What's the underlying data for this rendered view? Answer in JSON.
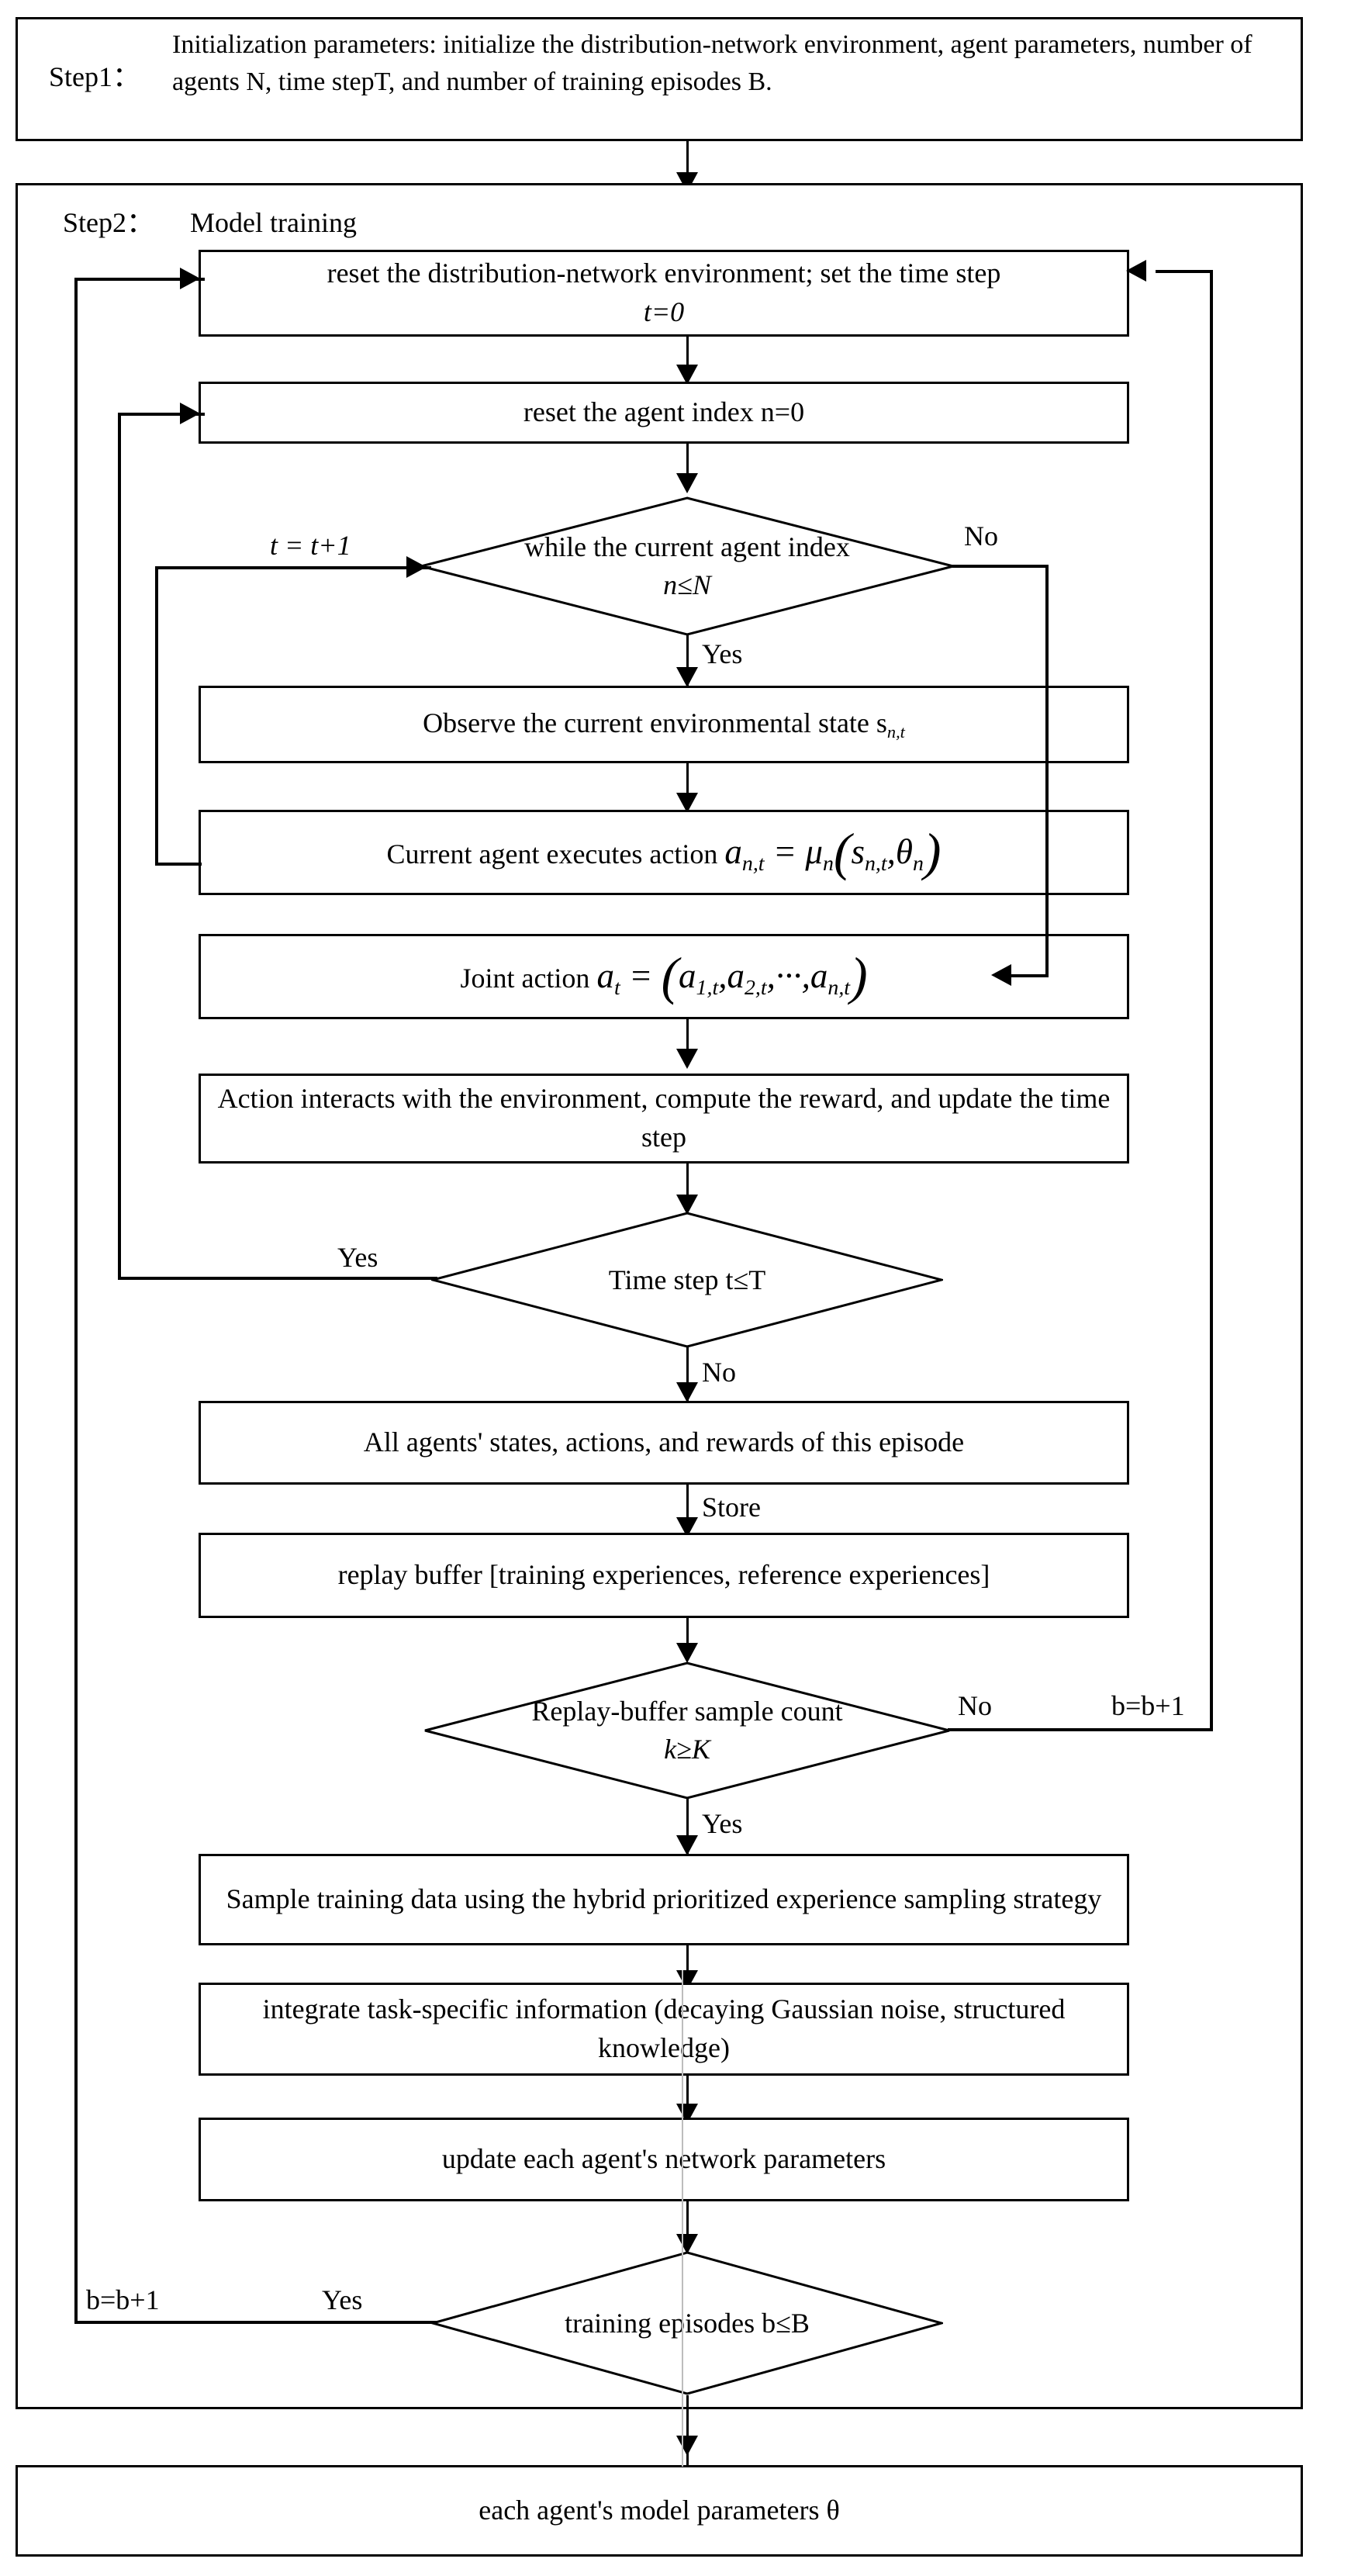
{
  "diagram": {
    "type": "flowchart",
    "title": "Model training flowchart",
    "step1": {
      "label": "Step1：",
      "text": "Initialization parameters: initialize the distribution-network environment, agent parameters, number of agents N, time stepT, and number of training episodes B."
    },
    "step2": {
      "label": "Step2：",
      "title": "Model training"
    },
    "nodes": {
      "reset_env": "reset the distribution-network environment; set the time step",
      "reset_env_sub": "t=0",
      "reset_agent_index": "reset the agent index n=0",
      "while_agent": "while the current agent index",
      "while_agent_sub": "n≤N",
      "observe_state": "Observe the current environmental state s",
      "observe_state_sub": "n,t",
      "execute_action": "Current agent executes action",
      "joint_action": "Joint action",
      "action_interacts": "Action interacts with the environment, compute the reward, and update the time step",
      "time_step_check": "Time step t≤T",
      "all_agents": "All agents' states, actions, and rewards of this episode",
      "replay_buffer": "replay buffer [training experiences, reference experiences]",
      "replay_count": "Replay-buffer sample count",
      "replay_count_sub": "k≥K",
      "sample_training": "Sample training data using the hybrid prioritized experience sampling strategy",
      "integrate_info": "integrate task-specific information (decaying Gaussian noise, structured knowledge)",
      "update_params": "update each agent's network parameters",
      "episodes_check": "training episodes b≤B",
      "output": "each agent's model parameters θ"
    },
    "edge_labels": {
      "t_increment": "t = t+1",
      "no_agent": "No",
      "yes_agent": "Yes",
      "yes_time": "Yes",
      "no_time": "No",
      "store": "Store",
      "no_replay": "No",
      "yes_replay": "Yes",
      "b_increment_right": "b=b+1",
      "yes_episodes": "Yes",
      "b_increment_left": "b=b+1"
    },
    "colors": {
      "stroke": "#000000",
      "fill": "#ffffff"
    }
  }
}
